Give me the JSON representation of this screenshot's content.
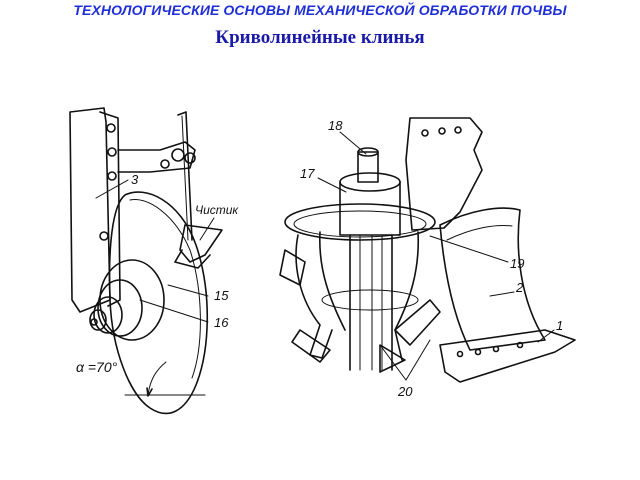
{
  "header": {
    "course_title": "ТЕХНОЛОГИЧЕСКИЕ ОСНОВЫ МЕХАНИЧЕСКОЙ ОБРАБОТКИ ПОЧВЫ",
    "slide_title": "Криволинейные клинья"
  },
  "left_figure": {
    "labels": {
      "part_3": "3",
      "scraper": "Чистик",
      "part_15": "15",
      "part_16": "16",
      "angle": "α =70°"
    }
  },
  "right_figure": {
    "labels": {
      "part_18": "18",
      "part_17": "17",
      "part_19": "19",
      "part_2": "2",
      "part_1": "1",
      "part_20": "20"
    }
  }
}
